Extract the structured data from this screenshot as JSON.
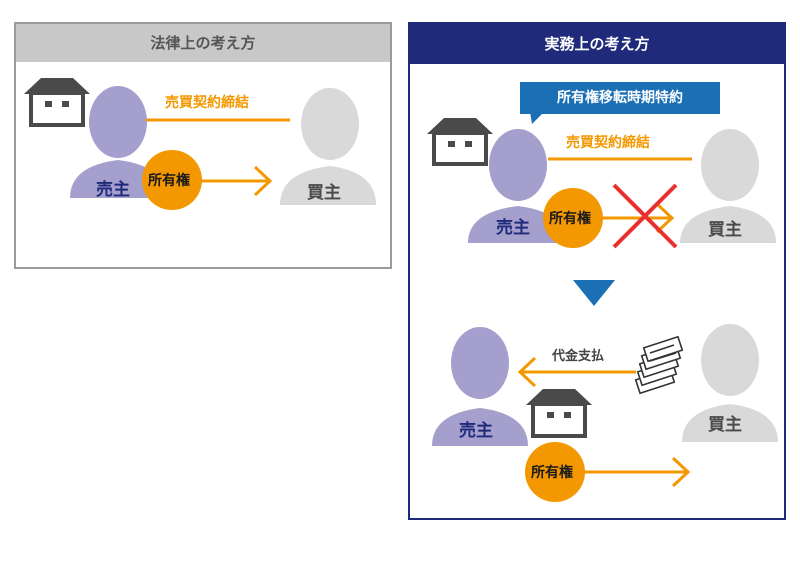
{
  "left_panel": {
    "title": "法律上の考え方",
    "contract_label": "売買契約締結",
    "seller": "売主",
    "buyer": "買主",
    "ownership": "所有権"
  },
  "right_panel": {
    "title": "実務上の考え方",
    "callout": "所有権移転時期特約",
    "contract_label": "売買契約締結",
    "seller_top": "売主",
    "buyer_top": "買主",
    "ownership_top": "所有権",
    "payment_label": "代金支払",
    "seller_bottom": "売主",
    "buyer_bottom": "買主",
    "ownership_bottom": "所有権"
  },
  "colors": {
    "seller": "#a49fcc",
    "buyer": "#d9d9d9",
    "ownership": "#f39800",
    "arrow": "#f39800",
    "cross": "#e8312f",
    "navy": "#1f2a7a",
    "callout": "#1a6fb5",
    "house": "#4a4a4a"
  }
}
